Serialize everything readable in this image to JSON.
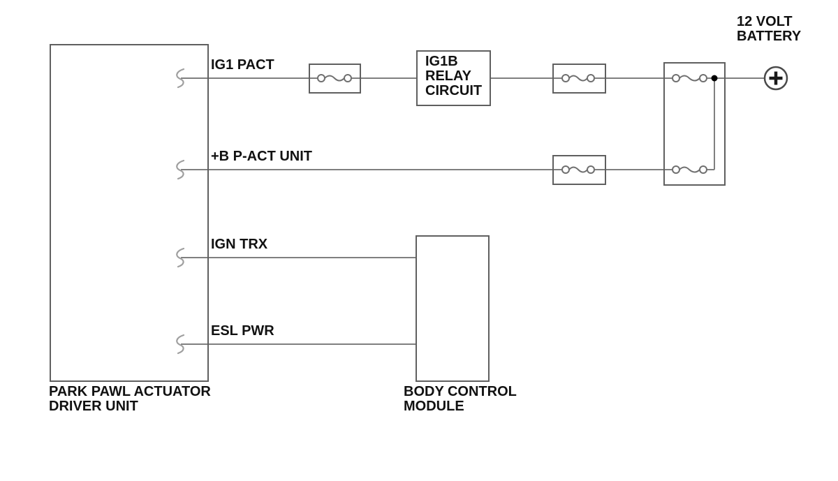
{
  "components": {
    "park_pawl_actuator_driver_unit": {
      "label_lines": [
        "PARK PAWL ACTUATOR",
        "DRIVER UNIT"
      ]
    },
    "ig1b_relay_circuit": {
      "label_lines": [
        "IG1B",
        "RELAY",
        "CIRCUIT"
      ]
    },
    "body_control_module": {
      "label_lines": [
        "BODY CONTROL",
        "MODULE"
      ]
    },
    "battery": {
      "label_lines": [
        "12 VOLT",
        "BATTERY"
      ]
    }
  },
  "wires": [
    {
      "label": "IG1 PACT"
    },
    {
      "label": "+B P-ACT UNIT"
    },
    {
      "label": "IGN TRX"
    },
    {
      "label": "ESL PWR"
    }
  ],
  "icons": {
    "fuse_symbol": "fuse-element-icon",
    "battery_terminal": "plus-circle-icon",
    "wire_origin": "wire-break-squiggle-icon",
    "junction": "splice-dot-icon"
  },
  "colors": {
    "background": "#ffffff",
    "wire": "#7f7f7f",
    "component_border": "#5f5f5f",
    "text": "#111111",
    "splice_dot": "#000000"
  }
}
